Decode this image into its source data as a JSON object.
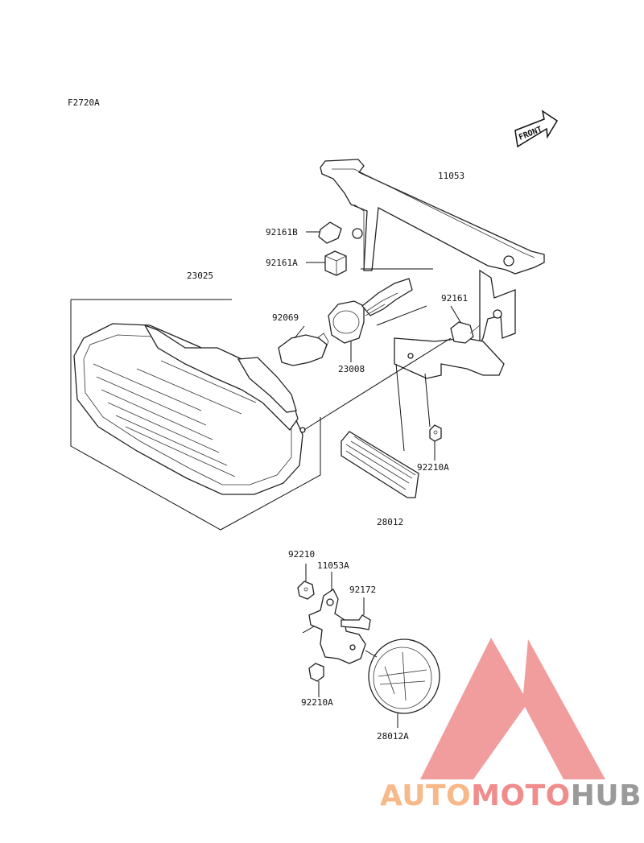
{
  "figure_code": "F2720A",
  "front_label": "FRONT",
  "parts": {
    "p11053": "11053",
    "p92161B": "92161B",
    "p92161A": "92161A",
    "p23025": "23025",
    "p92069": "92069",
    "p92161": "92161",
    "p23008": "23008",
    "p92210A_top": "92210A",
    "p28012": "28012",
    "p92210": "92210",
    "p11053A": "11053A",
    "p92172": "92172",
    "p92210A_bottom": "92210A",
    "p28012A": "28012A"
  },
  "watermark": {
    "part1": "AUTO",
    "part2": "MOTO",
    "part3": "HUB",
    "color1": "#f7b98a",
    "color2": "#f08c8c",
    "color3": "#9a9a9a",
    "logo_color": "#f08c8c"
  }
}
